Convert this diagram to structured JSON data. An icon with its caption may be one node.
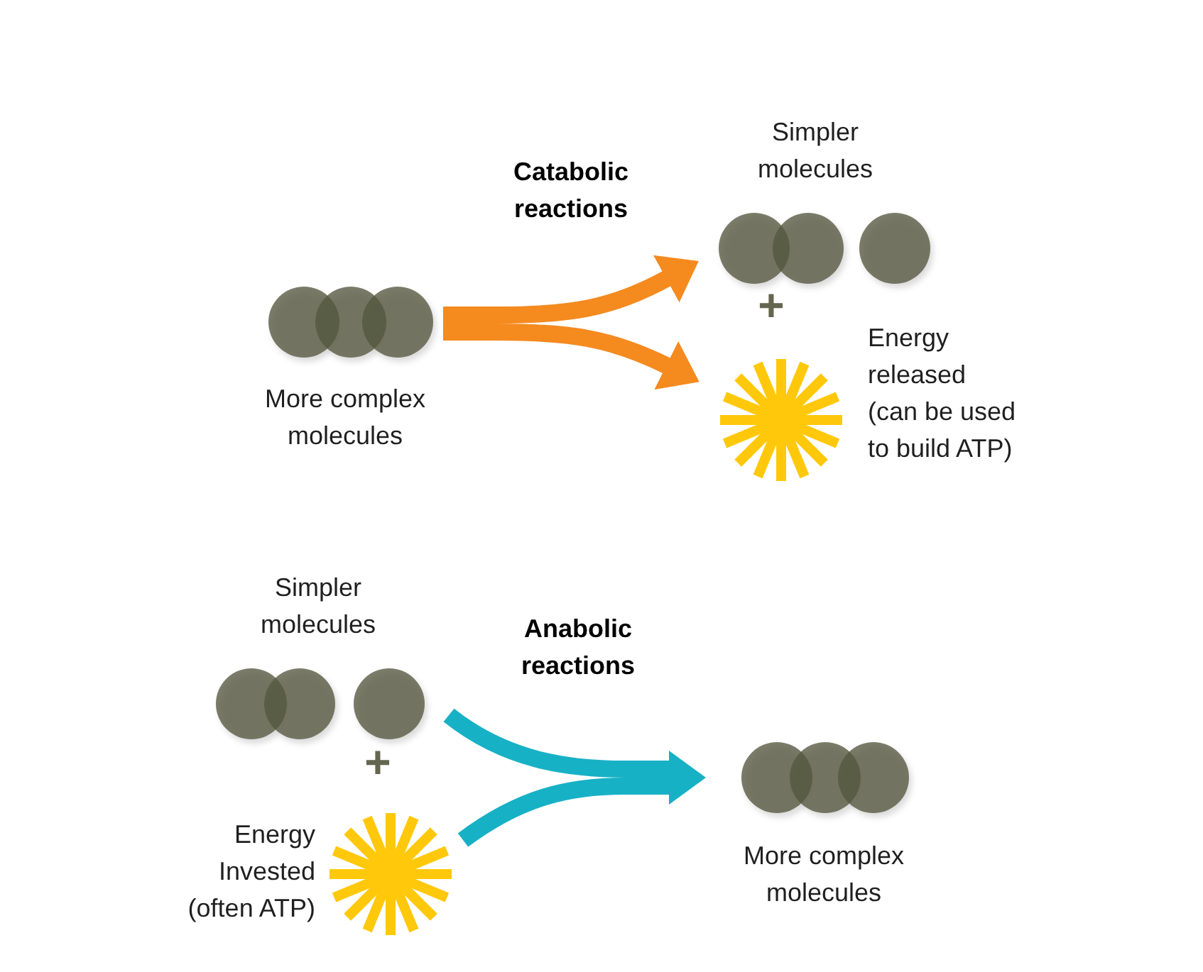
{
  "diagram": {
    "nodes": [
      {
        "text": [],
        "shape": "circle",
        "beside": [
          "More complex molecules"
        ]
      },
      {
        "text": [],
        "shape": "circle",
        "beside": [
          "Simpler molecules"
        ]
      },
      {
        "text": [],
        "shape": "sun",
        "beside": [
          "Energy released (can be used to build ATP)"
        ]
      },
      {
        "text": [],
        "shape": "circle",
        "beside": [
          "Simpler molecules"
        ]
      },
      {
        "text": [],
        "shape": "sun",
        "beside": [
          "Energy Invested (often ATP)"
        ]
      },
      {
        "text": [],
        "shape": "circle",
        "beside": [
          "More complex molecules"
        ]
      }
    ],
    "edges": [
      {
        "from": 0,
        "to": 1,
        "arrow": "to",
        "label": "Catabolic reactions",
        "color": "#f58a1f"
      },
      {
        "from": 0,
        "to": 2,
        "arrow": "to",
        "color": "#f58a1f"
      },
      {
        "from": 3,
        "to": 5,
        "arrow": "to",
        "label": "Anabolic reactions",
        "color": "#17b1c6"
      },
      {
        "from": 4,
        "to": 5,
        "arrow": "to",
        "color": "#17b1c6"
      }
    ],
    "labels": [
      "+",
      "+"
    ]
  }
}
